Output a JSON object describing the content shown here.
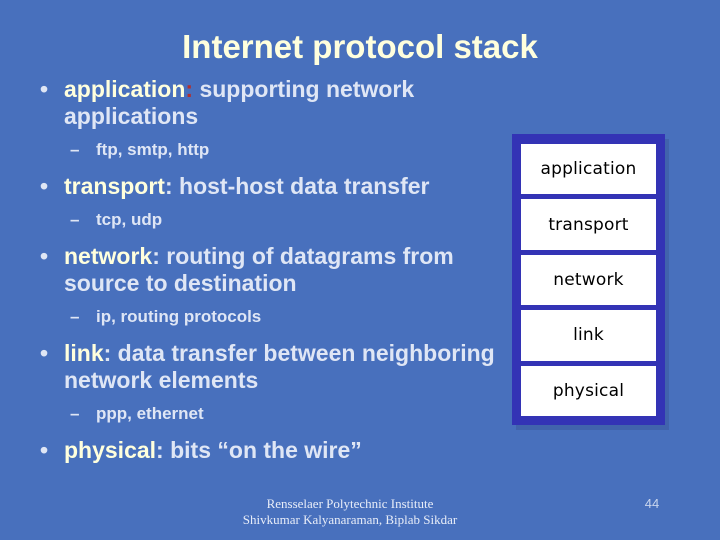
{
  "slide": {
    "background_color": "#4870bd",
    "title": "Internet protocol stack"
  },
  "body": {
    "bullets": [
      {
        "bullet_glyph": "•",
        "keyword": "application",
        "separator": ":",
        "separator_color": "#b03030",
        "rest": " supporting network applications",
        "sub": [
          {
            "dash": "–",
            "text": "ftp, smtp, http"
          }
        ]
      },
      {
        "bullet_glyph": "•",
        "keyword": "transport",
        "separator": ":",
        "separator_color": "#dfe6f5",
        "rest": " host-host data transfer",
        "sub": [
          {
            "dash": "–",
            "text": "tcp, udp"
          }
        ]
      },
      {
        "bullet_glyph": "•",
        "keyword": "network",
        "separator": ":",
        "separator_color": "#dfe6f5",
        "rest": " routing of datagrams from source to destination",
        "sub": [
          {
            "dash": "–",
            "text": "ip, routing protocols"
          }
        ]
      },
      {
        "bullet_glyph": "•",
        "keyword": "link",
        "separator": ":",
        "separator_color": "#dfe6f5",
        "rest": " data transfer between neighboring  network elements",
        "sub": [
          {
            "dash": "–",
            "text": "ppp, ethernet"
          }
        ]
      },
      {
        "bullet_glyph": "•",
        "keyword": "physical",
        "separator": ":",
        "separator_color": "#dfe6f5",
        "rest": " bits “on the wire”",
        "sub": []
      }
    ]
  },
  "stack_diagram": {
    "frame_color": "#3333b5",
    "layer_bg": "#ffffff",
    "layer_text_color": "#000000",
    "layers": [
      {
        "label": "application"
      },
      {
        "label": "transport"
      },
      {
        "label": "network"
      },
      {
        "label": "link"
      },
      {
        "label": "physical"
      }
    ]
  },
  "footer": {
    "line1": "Rensselaer Polytechnic Institute",
    "line2": "Shivkumar Kalyanaraman, Biplab Sikdar",
    "page_number": "44"
  }
}
